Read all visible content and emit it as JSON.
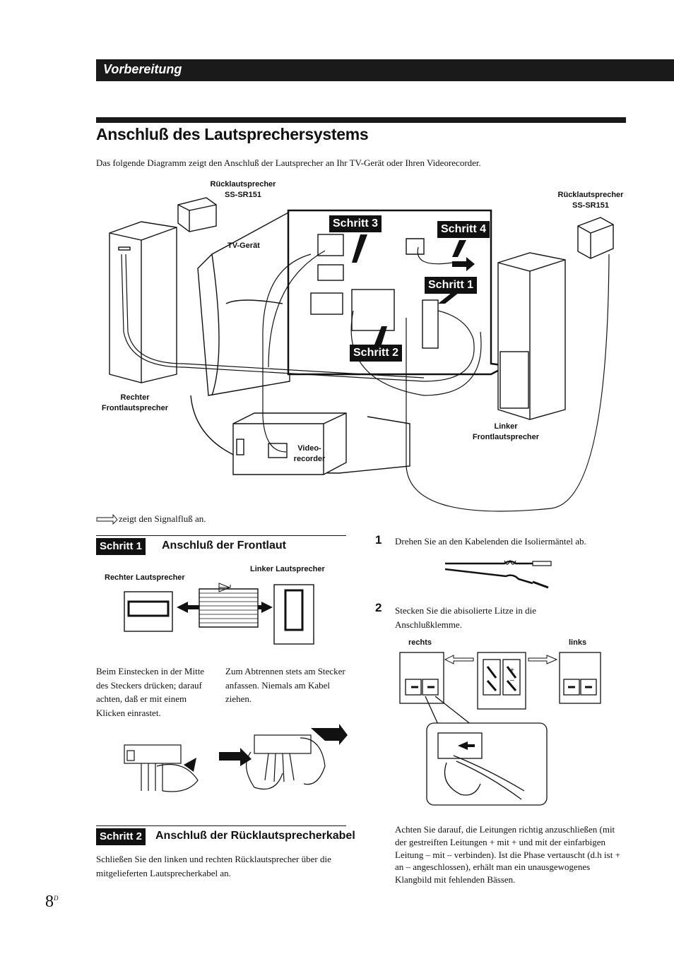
{
  "header": {
    "section": "Vorbereitung"
  },
  "page": {
    "title": "Anschluß des Lautsprechersystems",
    "intro": "Das folgende Diagramm zeigt den Anschluß der Lautsprecher an Ihr TV-Gerät oder Ihren Videorecorder.",
    "number": "8",
    "number_suffix": "D"
  },
  "diagram": {
    "rear_left_label_1": "Rücklautsprecher",
    "rear_left_label_2": "SS-SR151",
    "rear_right_label_1": "Rücklautsprecher",
    "rear_right_label_2": "SS-SR151",
    "tv_label": "TV-Gerät",
    "front_right_label_1": "Rechter",
    "front_right_label_2": "Frontlautsprecher",
    "front_left_label_1": "Linker",
    "front_left_label_2": "Frontlautsprecher",
    "vcr_label_1": "Video-",
    "vcr_label_2": "recorder",
    "tag_step3": "Schritt 3",
    "tag_step4": "Schritt 4",
    "tag_step1": "Schritt 1",
    "tag_step2": "Schritt 2",
    "signal_note": "zeigt den Signalfluß an."
  },
  "step1": {
    "tag": "Schritt 1",
    "title": "Anschluß der Frontlaut",
    "right_speaker": "Rechter Lautsprecher",
    "left_speaker": "Linker Lautsprecher",
    "text_left": "Beim Einstecken in der Mitte des Steckers drücken; darauf achten, daß er mit einem Klicken einrastet.",
    "text_right": "Zum Abtrennen stets am Stecker anfassen. Niemals am Kabel ziehen."
  },
  "step2": {
    "tag": "Schritt 2",
    "title": "Anschluß der Rücklautsprecherkabel",
    "text": "Schließen Sie den linken und rechten Rücklautsprecher über die mitgelieferten Lautsprecherkabel an."
  },
  "instructions": {
    "n1": "1",
    "text1": "Drehen Sie an den Kabelenden die Isoliermäntel ab.",
    "n2": "2",
    "text2": "Stecken Sie die abisolierte Litze in die Anschlußklemme.",
    "label_right": "rechts",
    "label_left": "links",
    "plus": "+",
    "minus": "–",
    "note": "Achten Sie darauf, die Leitungen richtig anzuschließen (mit der gestreiften Leitungen + mit + und mit der einfarbigen Leitung – mit – verbinden). Ist die Phase vertauscht (d.h ist + an – angeschlossen), erhält man ein unausgewogenes Klangbild mit fehlenden Bässen."
  }
}
